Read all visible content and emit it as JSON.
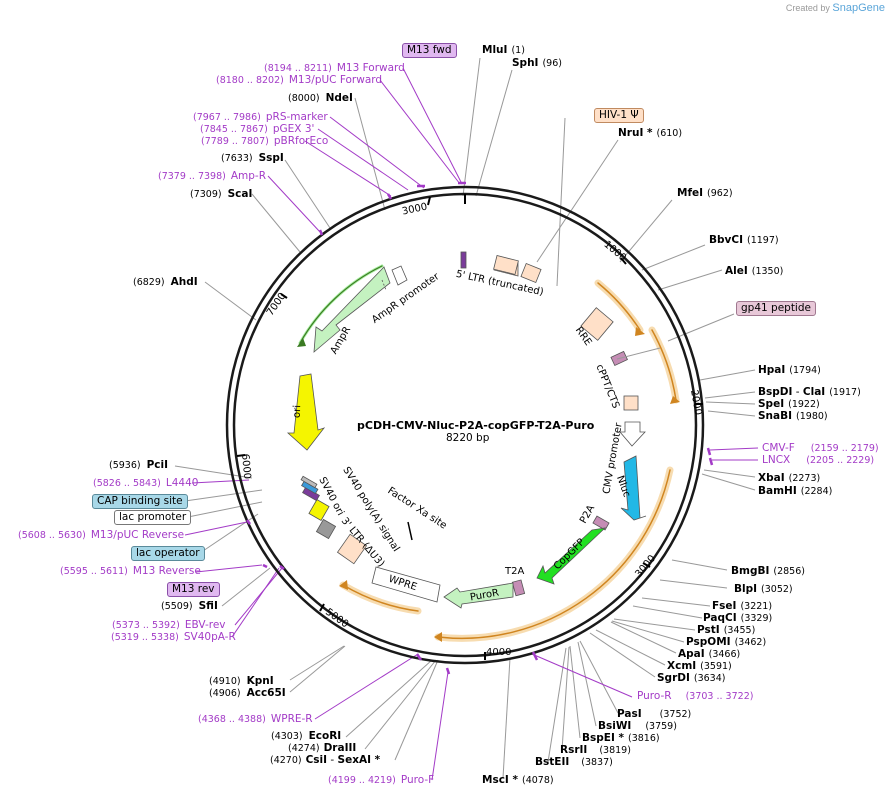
{
  "brand": {
    "created_by": "Created by",
    "name": "SnapGene"
  },
  "plasmid": {
    "name": "pCDH-CMV-Nluc-P2A-copGFP-T2A-Puro",
    "size": "8220 bp"
  },
  "enzymes": {
    "mlui": {
      "name": "MluI",
      "pos": "(1)"
    },
    "sphi": {
      "name": "SphI",
      "pos": "(96)"
    },
    "nrui": {
      "name": "NruI *",
      "pos": "(610)"
    },
    "mfei": {
      "name": "MfeI",
      "pos": "(962)"
    },
    "bbvci": {
      "name": "BbvCI",
      "pos": "(1197)"
    },
    "alei": {
      "name": "AleI",
      "pos": "(1350)"
    },
    "hpai": {
      "name": "HpaI",
      "pos": "(1794)"
    },
    "bspdi": {
      "name": "BspDI",
      "sep": "- ",
      "name2": "ClaI",
      "pos": "(1917)"
    },
    "spei": {
      "name": "SpeI",
      "pos": "(1922)"
    },
    "snabi": {
      "name": "SnaBI",
      "pos": "(1980)"
    },
    "xbai": {
      "name": "XbaI",
      "pos": "(2273)"
    },
    "bamhi": {
      "name": "BamHI",
      "pos": "(2284)"
    },
    "bmgbi": {
      "name": "BmgBI",
      "pos": "(2856)"
    },
    "blpi": {
      "name": "BlpI",
      "pos": "(3052)"
    },
    "fsei": {
      "name": "FseI",
      "pos": "(3221)"
    },
    "paqci": {
      "name": "PaqCI",
      "pos": "(3329)"
    },
    "psti": {
      "name": "PstI",
      "pos": "(3455)"
    },
    "pspomi": {
      "name": "PspOMI",
      "pos": "(3462)"
    },
    "apai": {
      "name": "ApaI",
      "pos": "(3466)"
    },
    "xcmi": {
      "name": "XcmI",
      "pos": "(3591)"
    },
    "sgrdi": {
      "name": "SgrDI",
      "pos": "(3634)"
    },
    "pasi": {
      "name": "PasI",
      "pos": "(3752)"
    },
    "bsiwi": {
      "name": "BsiWI",
      "pos": "(3759)"
    },
    "bspei": {
      "name": "BspEI *",
      "pos": "(3816)"
    },
    "rsrii": {
      "name": "RsrII",
      "pos": "(3819)"
    },
    "bsteii": {
      "name": "BstEII",
      "pos": "(3837)"
    },
    "msci": {
      "name": "MscI *",
      "pos": "(4078)"
    },
    "csii": {
      "pos": "(4270)",
      "name": "CsiI",
      "sep": " - ",
      "name2": "SexAI *"
    },
    "draiii": {
      "pos": "(4274)",
      "name": "DraIII"
    },
    "ecori": {
      "pos": "(4303)",
      "name": "EcoRI"
    },
    "acc65i": {
      "pos": "(4906)",
      "name": "Acc65I"
    },
    "kpni": {
      "pos": "(4910)",
      "name": "KpnI"
    },
    "sfii": {
      "pos": "(5509)",
      "name": "SfiI"
    },
    "pcii": {
      "pos": "(5936)",
      "name": "PciI"
    },
    "ahdi": {
      "pos": "(6829)",
      "name": "AhdI"
    },
    "scai": {
      "pos": "(7309)",
      "name": "ScaI"
    },
    "sspi": {
      "pos": "(7633)",
      "name": "SspI"
    },
    "ndei": {
      "pos": "(8000)",
      "name": "NdeI"
    }
  },
  "primers": {
    "m13fwd": {
      "pos": "(8194 .. 8211)",
      "name": "M13 Forward"
    },
    "m13puc": {
      "pos": "(8180 .. 8202)",
      "name": "M13/pUC Forward"
    },
    "prs": {
      "pos": "(7967 .. 7986)",
      "name": "pRS-marker"
    },
    "pgex": {
      "pos": "(7845 .. 7867)",
      "name": "pGEX 3'"
    },
    "pbr": {
      "pos": "(7789 .. 7807)",
      "name": "pBRforEco"
    },
    "ampr": {
      "pos": "(7379 .. 7398)",
      "name": "Amp-R"
    },
    "l4440": {
      "pos": "(5826 .. 5843)",
      "name": "L4440"
    },
    "m13pucrev": {
      "pos": "(5608 .. 5630)",
      "name": "M13/pUC Reverse"
    },
    "m13rev": {
      "pos": "(5595 .. 5611)",
      "name": "M13 Reverse"
    },
    "ebv": {
      "pos": "(5373 .. 5392)",
      "name": "EBV-rev"
    },
    "sv40pa": {
      "pos": "(5319 .. 5338)",
      "name": "SV40pA-R"
    },
    "wprer": {
      "pos": "(4368 .. 4388)",
      "name": "WPRE-R"
    },
    "purof": {
      "pos": "(4199 .. 4219)",
      "name": "Puro-F"
    },
    "cmvf": {
      "name": "CMV-F",
      "pos": "(2159 .. 2179)"
    },
    "lncx": {
      "name": "LNCX",
      "pos": "(2205 .. 2229)"
    },
    "puror": {
      "name": "Puro-R",
      "pos": "(3703 .. 3722)"
    }
  },
  "boxes": {
    "m13fwd": "M13 fwd",
    "hiv": "HIV-1 Ψ",
    "gp41": "gp41 peptide",
    "cap": "CAP binding site",
    "lacp": "lac promoter",
    "laco": "lac operator",
    "m13rev": "M13 rev"
  },
  "features": {
    "ltr5": "5' LTR (truncated)",
    "rre": "RRE",
    "cppt": "cPPT/CTS",
    "cmv": "CMV promoter",
    "nluc": "Nluc",
    "p2a": "P2A",
    "copgfp": "CopGFP",
    "t2a": "T2A",
    "puror": "PuroR",
    "wpre": "WPRE",
    "ltr3": "3' LTR (ΔU3)",
    "factorxa": "Factor Xa site",
    "sv40polya": "SV40 poly(A) signal",
    "sv40ori": "SV40 ori",
    "ori": "ori",
    "ampr": "AmpR",
    "amprp": "AmpR promoter"
  },
  "ticks": {
    "t1000": "1000",
    "t2000": "2000",
    "t3000": "3000",
    "t4000": "4000",
    "t5000": "5000",
    "t6000": "6000",
    "t7000": "7000",
    "t3000b": "3000"
  },
  "colors": {
    "ampr": "#a8efa0",
    "ori": "#f5f500",
    "nluc": "#22b8e6",
    "copgfp": "#22e022",
    "puro": "#c4f2c0",
    "orange": "#f0a030",
    "feature": "#ffd8b8",
    "primer": "#a33bc7"
  }
}
